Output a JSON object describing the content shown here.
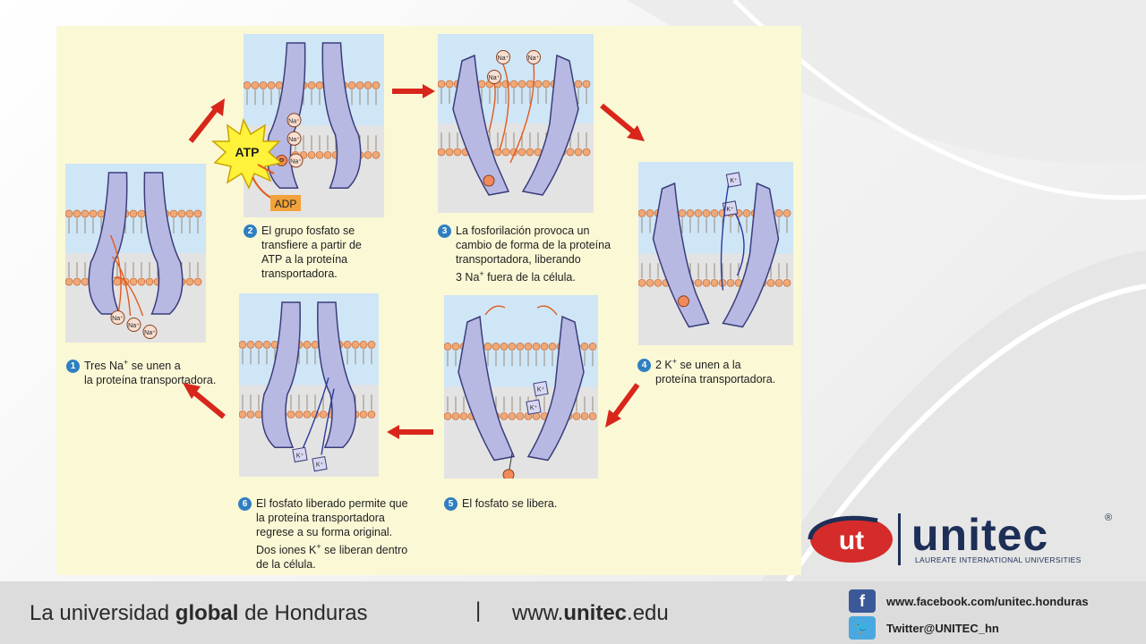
{
  "slide": {
    "diagram": {
      "steps": [
        {
          "num": "1",
          "lines": [
            "Tres Na<sup>+</sup> se unen a",
            "la proteína transportadora."
          ]
        },
        {
          "num": "2",
          "lines": [
            "El grupo fosfato se",
            "transfiere a partir de",
            "ATP a la proteína",
            "transportadora."
          ]
        },
        {
          "num": "3",
          "lines": [
            "La fosforilación provoca un",
            "cambio de forma de la proteína",
            "transportadora, liberando",
            "3 Na<sup>+</sup> fuera de la célula."
          ]
        },
        {
          "num": "4",
          "lines": [
            "2 K<sup>+</sup> se unen a la",
            "proteína transportadora."
          ]
        },
        {
          "num": "5",
          "lines": [
            "El fosfato se libera."
          ]
        },
        {
          "num": "6",
          "lines": [
            "El fosfato liberado permite que",
            "la proteína transportadora",
            "regrese a su forma original.",
            "Dos iones K<sup>+</sup> se liberan dentro",
            "de la célula."
          ]
        }
      ],
      "labels": {
        "atp": "ATP",
        "adp": "ADP",
        "phosphate": "P",
        "na": "Na⁺",
        "k": "K⁺"
      },
      "colors": {
        "frame_bg": "#fbf8d6",
        "extracellular": "#cfe6f6",
        "cytoplasm": "#e3e3e3",
        "protein": "#b7b9e3",
        "protein_stroke": "#3a3d7a",
        "lipid_head": "#f0a877",
        "arrow_red": "#d8261b",
        "na_arrow": "#e05a1f",
        "k_arrow": "#2b3aa0",
        "atp_burst": "#fff23a"
      }
    },
    "footer": {
      "tagline_pre": "La universidad ",
      "tagline_bold": "global",
      "tagline_post": " de Honduras",
      "separator": "|",
      "web_pre": "www.",
      "web_bold": "unitec",
      "web_post": ".edu",
      "facebook": "www.facebook.com/unitec.honduras",
      "twitter": "Twitter@UNITEC_hn"
    },
    "logo": {
      "mark": "ut",
      "word": "unitec",
      "sub": "LAUREATE INTERNATIONAL UNIVERSITIES",
      "reg": "®"
    }
  }
}
